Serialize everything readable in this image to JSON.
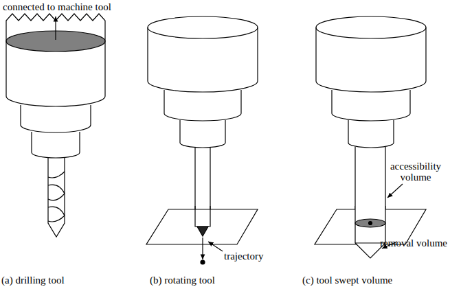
{
  "diagram": {
    "labels": [
      "connected to machine tool",
      "accessibility volume",
      "trajectory",
      "removal volume",
      "(a) drilling tool",
      "(b) rotating tool",
      "(c) tool swept volume"
    ]
  }
}
